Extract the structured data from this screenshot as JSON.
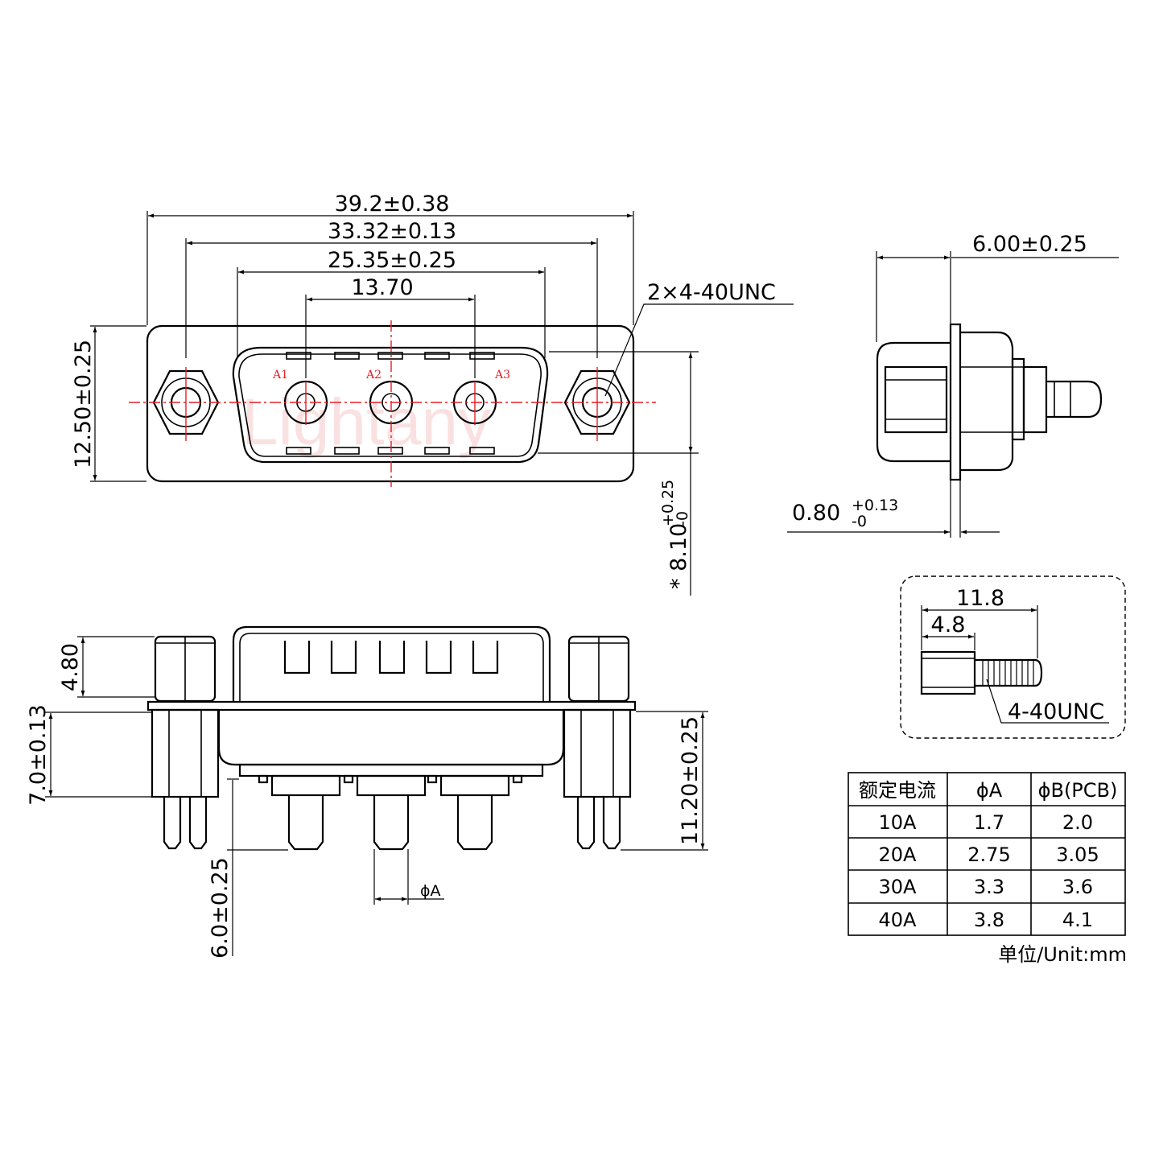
{
  "front_view": {
    "dim_overall": "39.2±0.38",
    "dim_mount_holes": "33.32±0.13",
    "dim_shell": "25.35±0.25",
    "dim_pin_pitch": "13.70",
    "thread_callout": "2×4-40UNC",
    "dim_height": "12.50±0.25",
    "dim_star": "* 8.10",
    "dim_star_tol_upper": "+0.25",
    "dim_star_tol_lower": "-0",
    "pins": [
      "A1",
      "A2",
      "A3"
    ],
    "watermark": "Lightany"
  },
  "side_view": {
    "dim_depth": "6.00±0.25",
    "dim_flange": "0.80",
    "dim_flange_tol_upper": "+0.13",
    "dim_flange_tol_lower": "-0"
  },
  "screw_detail": {
    "dim_total": "11.8",
    "dim_head": "4.8",
    "thread": "4-40UNC"
  },
  "bottom_view": {
    "dim_nut": "4.80",
    "dim_standoff": "7.0±0.13",
    "dim_total": "11.20±0.25",
    "dim_pin_len": "6.0±0.25",
    "dim_dia": "ϕA"
  },
  "spec_table": {
    "headers": [
      "额定电流",
      "ϕA",
      "ϕB(PCB)"
    ],
    "rows": [
      [
        "10A",
        "1.7",
        "2.0"
      ],
      [
        "20A",
        "2.75",
        "3.05"
      ],
      [
        "30A",
        "3.3",
        "3.6"
      ],
      [
        "40A",
        "3.8",
        "4.1"
      ]
    ],
    "unit_note": "单位/Unit:mm"
  },
  "colors": {
    "line": "#000000",
    "center_line": "#e41e25"
  }
}
